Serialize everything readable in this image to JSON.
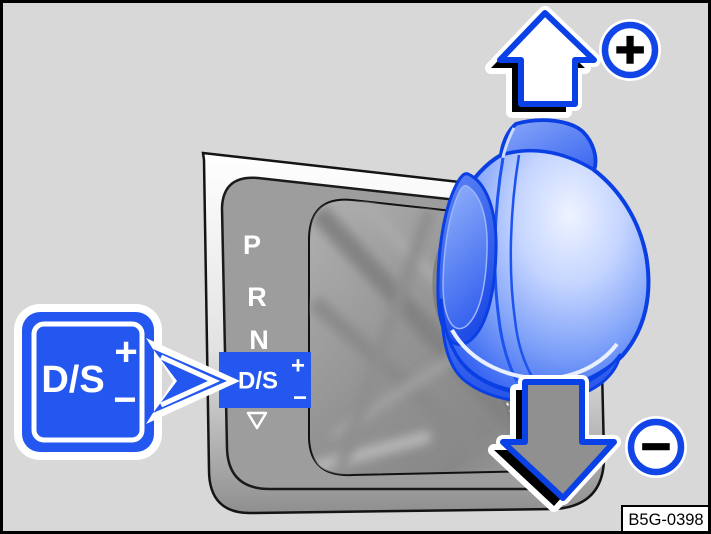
{
  "figure": {
    "id": "B5G-0398",
    "background_color": "#d8d8d8",
    "accent_blue": "#2457f0",
    "outline_blue": "#0a3fe3"
  },
  "gear_indicator": {
    "positions": [
      {
        "label": "P",
        "highlighted": false
      },
      {
        "label": "R",
        "highlighted": false
      },
      {
        "label": "N",
        "highlighted": false
      },
      {
        "label": "D/S",
        "highlighted": true,
        "plus": "+",
        "minus": "−"
      }
    ]
  },
  "callout": {
    "label": "D/S",
    "plus": "+",
    "minus": "−"
  },
  "annotations": {
    "upshift": {
      "symbol": "+"
    },
    "downshift": {
      "symbol": "−"
    }
  }
}
